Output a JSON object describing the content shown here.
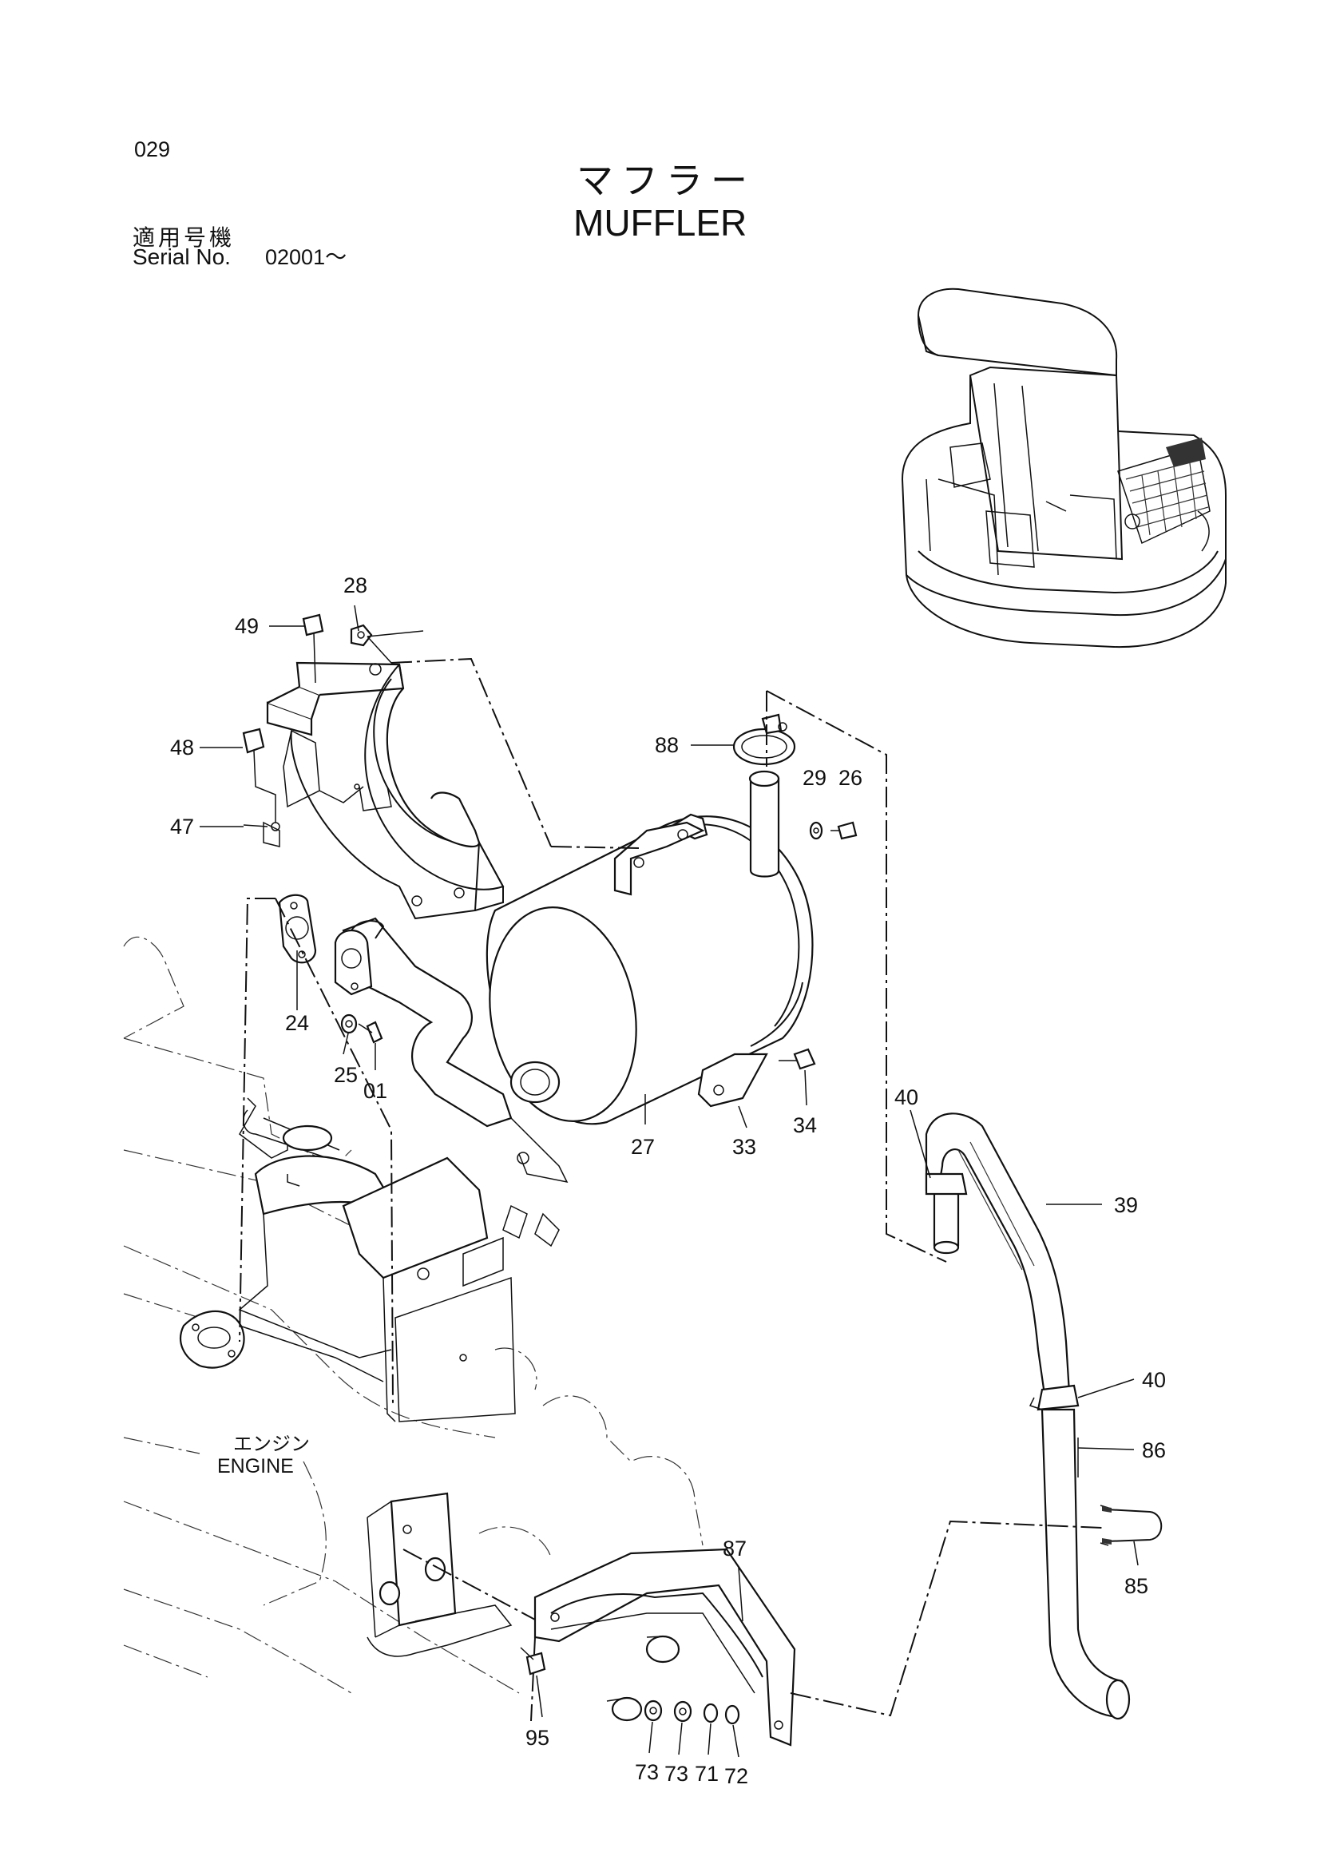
{
  "header": {
    "page_number": "029",
    "title_japanese": "マフラー",
    "title_english": "MUFFLER",
    "serial_label_japanese": "適用号機",
    "serial_label_english": "Serial No.",
    "serial_value": "02001～"
  },
  "engine_label": {
    "japanese": "エンジン",
    "english": "ENGINE"
  },
  "callouts": [
    {
      "id": "28",
      "label": "28"
    },
    {
      "id": "49",
      "label": "49"
    },
    {
      "id": "48",
      "label": "48"
    },
    {
      "id": "47",
      "label": "47"
    },
    {
      "id": "88",
      "label": "88"
    },
    {
      "id": "29",
      "label": "29"
    },
    {
      "id": "26",
      "label": "26"
    },
    {
      "id": "24",
      "label": "24"
    },
    {
      "id": "25",
      "label": "25"
    },
    {
      "id": "01",
      "label": "01"
    },
    {
      "id": "27",
      "label": "27"
    },
    {
      "id": "33",
      "label": "33"
    },
    {
      "id": "34",
      "label": "34"
    },
    {
      "id": "40a",
      "label": "40"
    },
    {
      "id": "39",
      "label": "39"
    },
    {
      "id": "40b",
      "label": "40"
    },
    {
      "id": "86",
      "label": "86"
    },
    {
      "id": "87",
      "label": "87"
    },
    {
      "id": "85",
      "label": "85"
    },
    {
      "id": "95",
      "label": "95"
    },
    {
      "id": "73a",
      "label": "73"
    },
    {
      "id": "73b",
      "label": "73"
    },
    {
      "id": "71",
      "label": "71"
    },
    {
      "id": "72",
      "label": "72"
    }
  ]
}
